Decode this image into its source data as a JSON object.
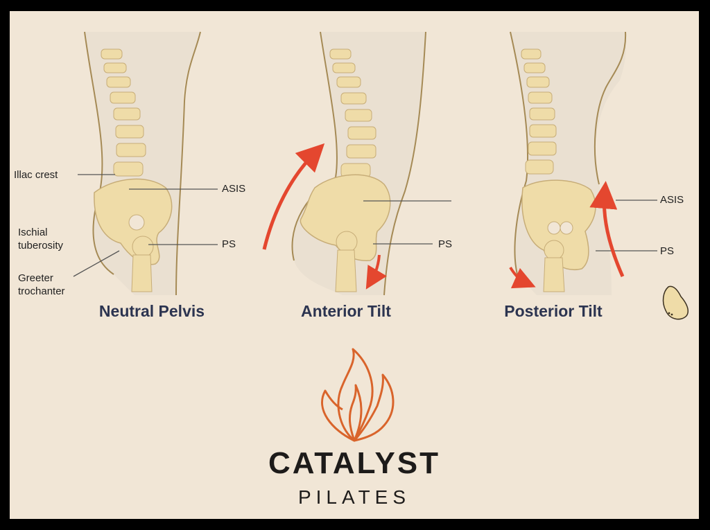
{
  "panels": [
    {
      "title": "Neutral Pelvis",
      "labels": {
        "iliac_crest": "Illac crest",
        "ischial_tuberosity": "Ischial\ntuberosity",
        "greater_trochanter": "Greeter\ntrochanter",
        "asis": "ASIS",
        "ps": "PS"
      }
    },
    {
      "title": "Anterior Tilt",
      "labels": {
        "ps": "PS"
      }
    },
    {
      "title": "Posterior Tilt",
      "labels": {
        "asis": "ASIS",
        "ps": "PS"
      }
    }
  ],
  "brand": {
    "name": "CATALYST",
    "subtitle": "PILATES",
    "icon": "flame-icon"
  },
  "colors": {
    "background": "#f1e6d6",
    "bone": "#efdca8",
    "arrow": "#e4472f",
    "flame": "#d9642b",
    "title_text": "#2c3450"
  }
}
